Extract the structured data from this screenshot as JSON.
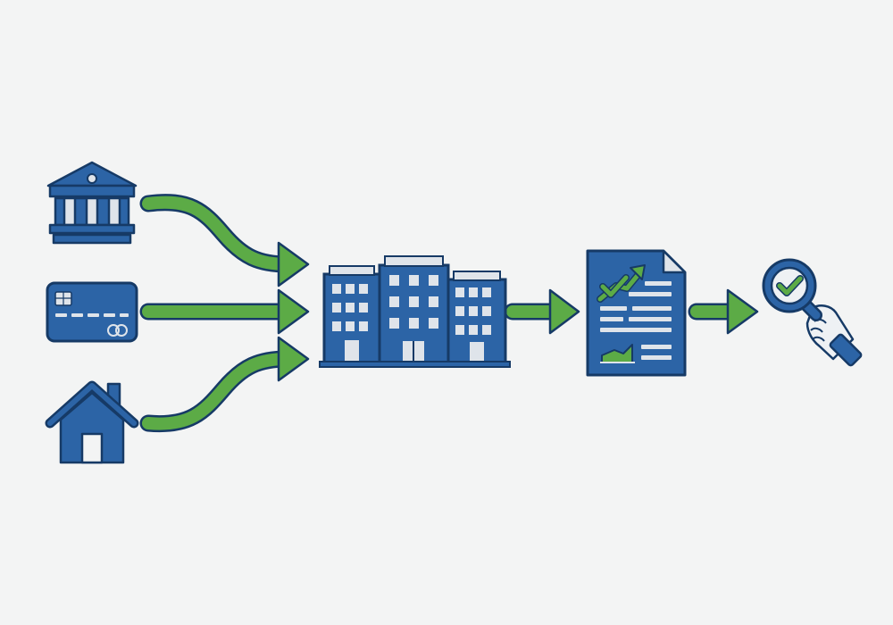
{
  "colors": {
    "background": "#f3f4f4",
    "primary_blue": "#2c64a6",
    "outline": "#163a66",
    "accent_green": "#5cab46",
    "light_grey": "#dfe4ea",
    "skin": "#eef1f4"
  },
  "nodes": [
    {
      "id": "bank",
      "icon": "bank-icon"
    },
    {
      "id": "credit-card",
      "icon": "credit-card-icon"
    },
    {
      "id": "house",
      "icon": "house-icon"
    },
    {
      "id": "office-buildings",
      "icon": "office-buildings-icon"
    },
    {
      "id": "report",
      "icon": "report-document-icon"
    },
    {
      "id": "verification",
      "icon": "magnifier-check-icon"
    }
  ],
  "edges": [
    {
      "from": "bank",
      "to": "office-buildings"
    },
    {
      "from": "credit-card",
      "to": "office-buildings"
    },
    {
      "from": "house",
      "to": "office-buildings"
    },
    {
      "from": "office-buildings",
      "to": "report"
    },
    {
      "from": "report",
      "to": "verification"
    }
  ]
}
